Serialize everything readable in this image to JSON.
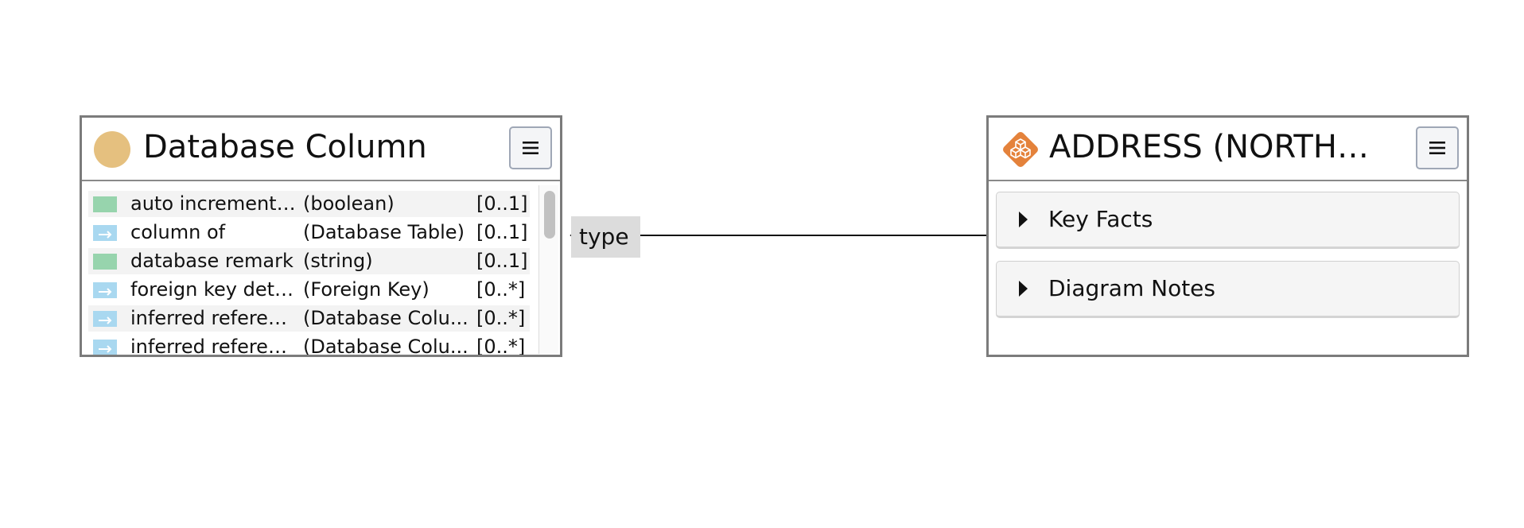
{
  "nodes": [
    {
      "id": "database-column",
      "title": "Database Column",
      "attributes": [
        {
          "name": "auto incremented",
          "type": "(boolean)",
          "cardinality": "[0..1]",
          "kind": "primitive"
        },
        {
          "name": "column of",
          "type": "(Database Table)",
          "cardinality": "[0..1]",
          "kind": "reference"
        },
        {
          "name": "database remark",
          "type": "(string)",
          "cardinality": "[0..1]",
          "kind": "primitive"
        },
        {
          "name": "foreign key details",
          "type": "(Foreign Key)",
          "cardinality": "[0..*]",
          "kind": "reference"
        },
        {
          "name": "inferred referenc...",
          "type": "(Database Colu...",
          "cardinality": "[0..*]",
          "kind": "reference"
        },
        {
          "name": "inferred referenc...",
          "type": "(Database Colu...",
          "cardinality": "[0..*]",
          "kind": "reference"
        }
      ],
      "icon": "circle-icon",
      "icon_color": "#e5c07f"
    },
    {
      "id": "address-northwind",
      "title": "ADDRESS (NORTHWIN...",
      "sections": [
        "Key Facts",
        "Diagram Notes"
      ],
      "icon": "cubes-diamond-icon",
      "icon_color": "#e4823b"
    }
  ],
  "edges": [
    {
      "from": "address-northwind",
      "to": "database-column",
      "label": "type"
    }
  ],
  "colors": {
    "primitive_attr": "#97d4ad",
    "reference_attr": "#a9d8f0",
    "edge_label_bg": "#dcdcdc",
    "node_border": "#7b7b7b"
  }
}
